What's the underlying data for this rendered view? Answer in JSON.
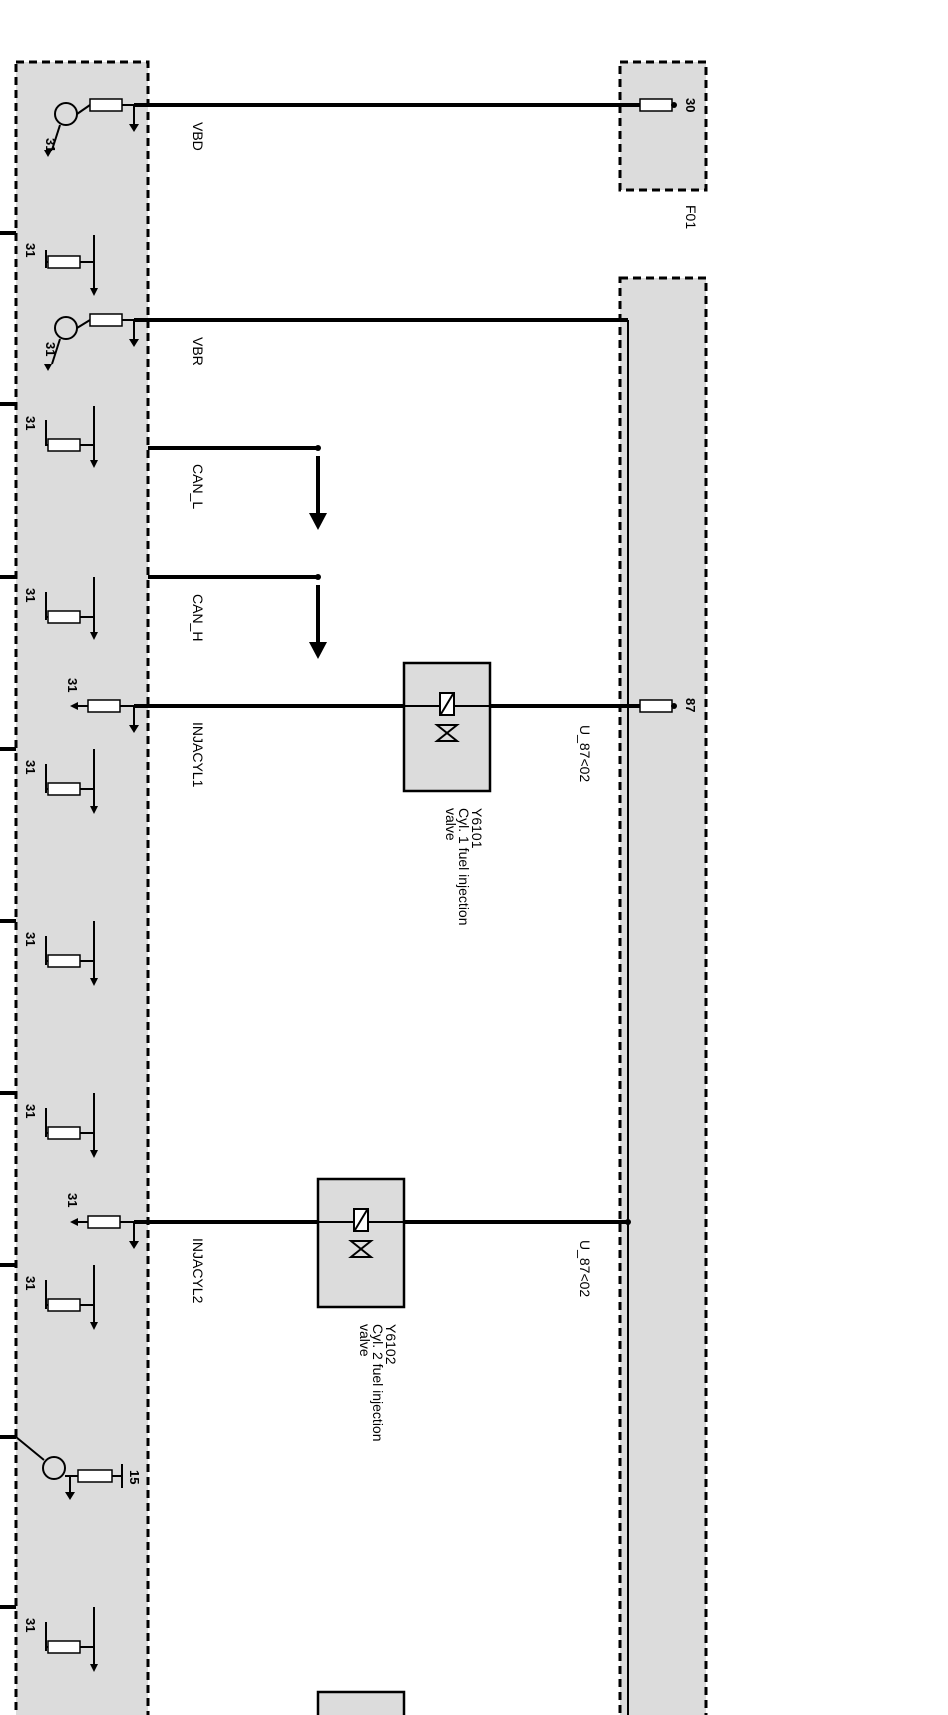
{
  "diagram": {
    "fuse": {
      "id": "F01",
      "terminal": "30"
    },
    "relay_terminal": "87",
    "signals": [
      "VBD",
      "VBR",
      "CAN_L",
      "CAN_H",
      "INJACYL1",
      "INJACYL2"
    ],
    "supply_labels": [
      "U_87<02",
      "U_87<02"
    ],
    "components": [
      {
        "id": "Y6101",
        "name": "Cyl. 1 fuel injection",
        "name2": "valve"
      },
      {
        "id": "Y6102",
        "name": "Cyl. 2 fuel injection",
        "name2": "valve"
      }
    ],
    "ground_label": "31",
    "ignition_label": "15"
  }
}
